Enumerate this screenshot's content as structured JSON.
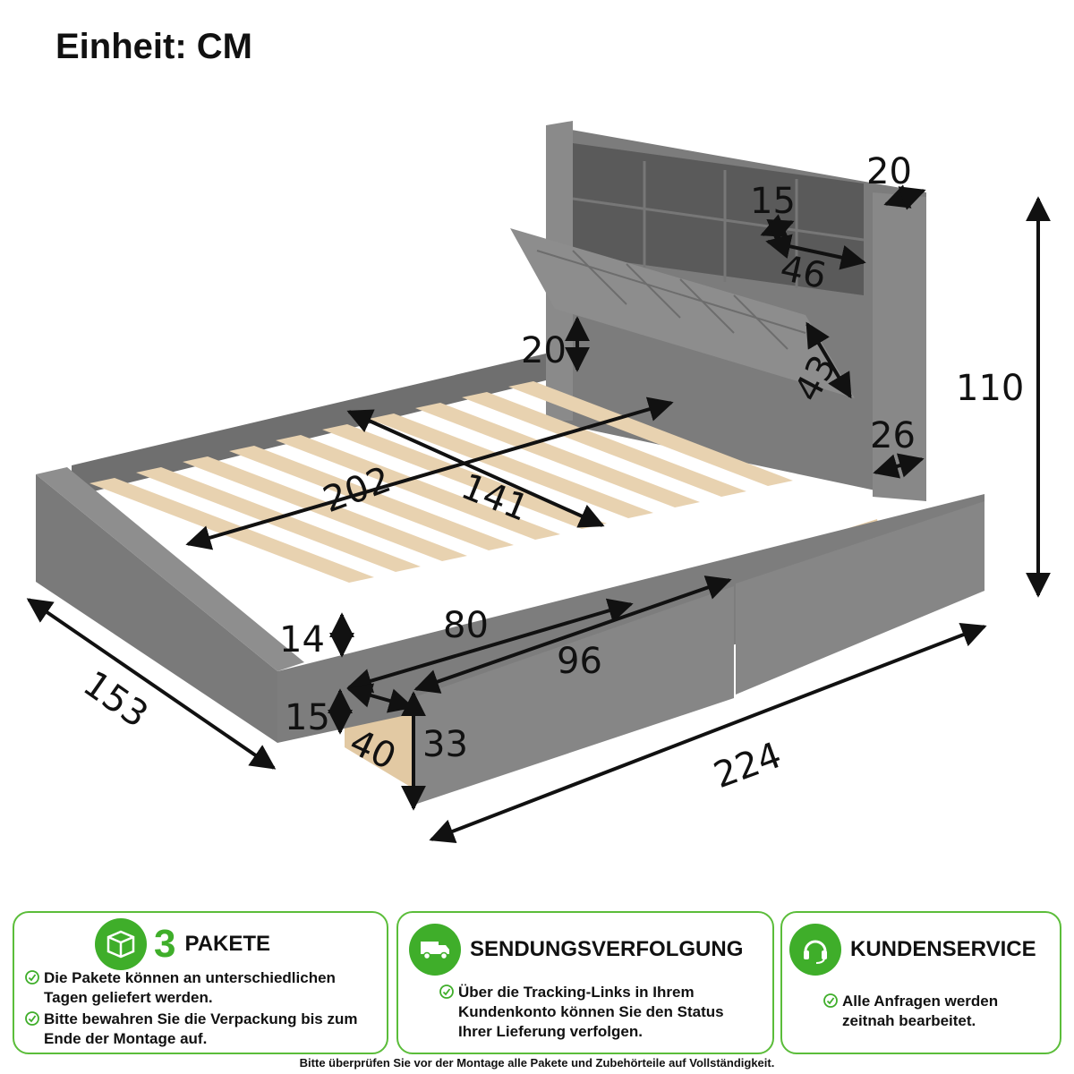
{
  "unit_title": "Einheit: CM",
  "dimensions": {
    "headboard_depth": "20",
    "shelf_depth": "15",
    "shelf_width": "46",
    "headboard_height": "110",
    "flap_gap": "20",
    "flap_height": "43",
    "leg_width": "26",
    "inner_length": "202",
    "inner_width": "141",
    "frame_height": "14",
    "bed_width": "153",
    "drawer_inner_length": "80",
    "drawer_length": "96",
    "drawer_inner_height": "15",
    "drawer_inner_depth": "40",
    "drawer_height": "33",
    "bed_length": "224"
  },
  "colors": {
    "accent_green": "#3fae2a",
    "fabric_gray": "#7a7a7a",
    "slat_wood": "#e8d2b0"
  },
  "panels": [
    {
      "icon": "package-box-icon",
      "number": "3",
      "title": "PAKETE",
      "bullets": [
        "Die Pakete können an unterschiedlichen Tagen geliefert werden.",
        "Bitte bewahren Sie die Verpackung bis zum Ende der Montage auf."
      ]
    },
    {
      "icon": "delivery-truck-icon",
      "title": "SENDUNGSVERFOLGUNG",
      "bullets": [
        "Über die Tracking-Links in Ihrem Kundenkonto können Sie den Status Ihrer Lieferung verfolgen."
      ]
    },
    {
      "icon": "headset-icon",
      "title": "KUNDENSERVICE",
      "bullets": [
        "Alle Anfragen werden zeitnah bearbeitet."
      ]
    }
  ],
  "footer_note": "Bitte überprüfen Sie vor der Montage alle Pakete und Zubehörteile auf Vollständigkeit."
}
